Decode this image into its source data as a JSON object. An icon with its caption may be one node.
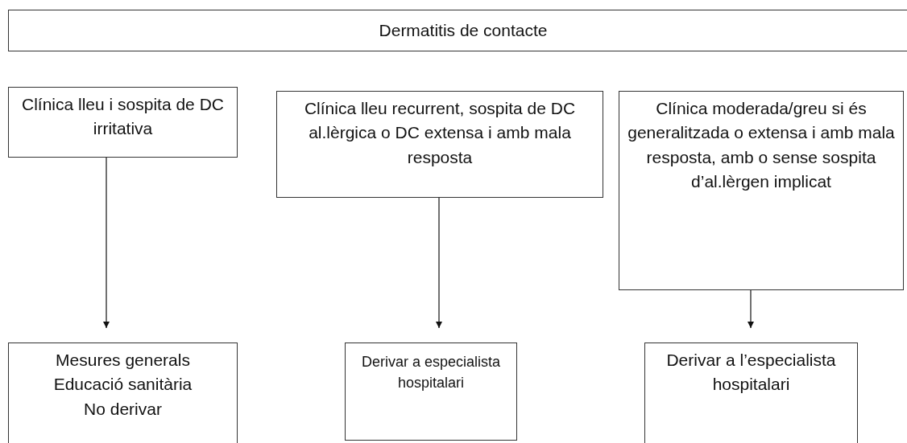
{
  "diagram": {
    "title": "Dermatitis de contacte",
    "nodes": [
      {
        "text": [
          "Clínica lleu i sospita de DC irritativa"
        ]
      },
      {
        "text": [
          "Clínica lleu recurrent, sospita de DC al.lèrgica o DC extensa i amb mala resposta"
        ]
      },
      {
        "text": [
          "Clínica moderada/greu si és generalitzada o extensa i amb mala resposta, amb o sense sospita d’al.lèrgen implicat"
        ]
      },
      {
        "text": [
          "Mesures generals",
          "Educació sanitària",
          "No derivar"
        ]
      },
      {
        "text": [
          "Derivar a especialista hospitalari"
        ]
      },
      {
        "text": [
          "Derivar a l’especialista hospitalari"
        ]
      }
    ],
    "edges": [
      {
        "from": 0,
        "to": 3,
        "arrow": "to"
      },
      {
        "from": 1,
        "to": 4,
        "arrow": "to"
      },
      {
        "from": 2,
        "to": 5,
        "arrow": "to"
      }
    ]
  }
}
